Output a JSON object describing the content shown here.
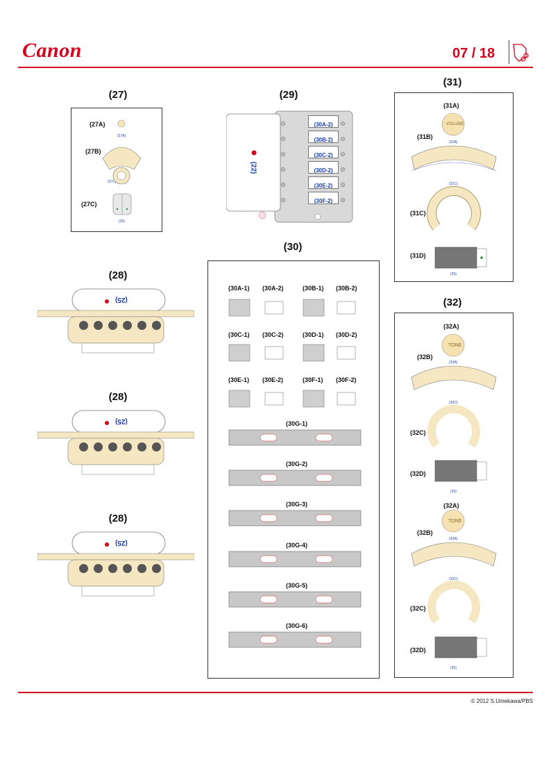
{
  "header": {
    "brand": "Canon",
    "page": "07 / 18"
  },
  "footer": {
    "copyright": "© 2012 S.Umekawa/PBS"
  },
  "sections": {
    "s27": {
      "title": "(27)",
      "labels": [
        "(27A)",
        "(27B)",
        "(27C)"
      ],
      "refs": [
        "(27A)",
        "(27C)",
        "(25)"
      ]
    },
    "s28": {
      "title": "(28)",
      "ref": "(25)"
    },
    "s29": {
      "title": "(29)",
      "ref": "(22)",
      "tabs": [
        "(30A-2)",
        "(30B-2)",
        "(30C-2)",
        "(30D-2)",
        "(30E-2)",
        "(30F-2)"
      ]
    },
    "s30": {
      "title": "(30)",
      "parts": [
        "(30A-1)",
        "(30A-2)",
        "(30B-1)",
        "(30B-2)",
        "(30C-1)",
        "(30C-2)",
        "(30D-1)",
        "(30D-2)",
        "(30E-1)",
        "(30E-2)",
        "(30F-1)",
        "(30F-2)"
      ],
      "strips": [
        "(30G-1)",
        "(30G-2)",
        "(30G-3)",
        "(30G-4)",
        "(30G-5)",
        "(30G-6)"
      ]
    },
    "s31": {
      "title": "(31)",
      "labels": [
        "(31A)",
        "(31B)",
        "(31C)",
        "(31D)"
      ],
      "knob_text": "VOLUME",
      "refs": [
        "(31A)",
        "(31C)",
        "(25)"
      ]
    },
    "s32": {
      "title": "(32)",
      "labels": [
        "(32A)",
        "(32B)",
        "(32C)",
        "(32D)"
      ],
      "knob_text": "TONE",
      "refs": [
        "(32A)",
        "(32C)",
        "(25)"
      ]
    }
  }
}
